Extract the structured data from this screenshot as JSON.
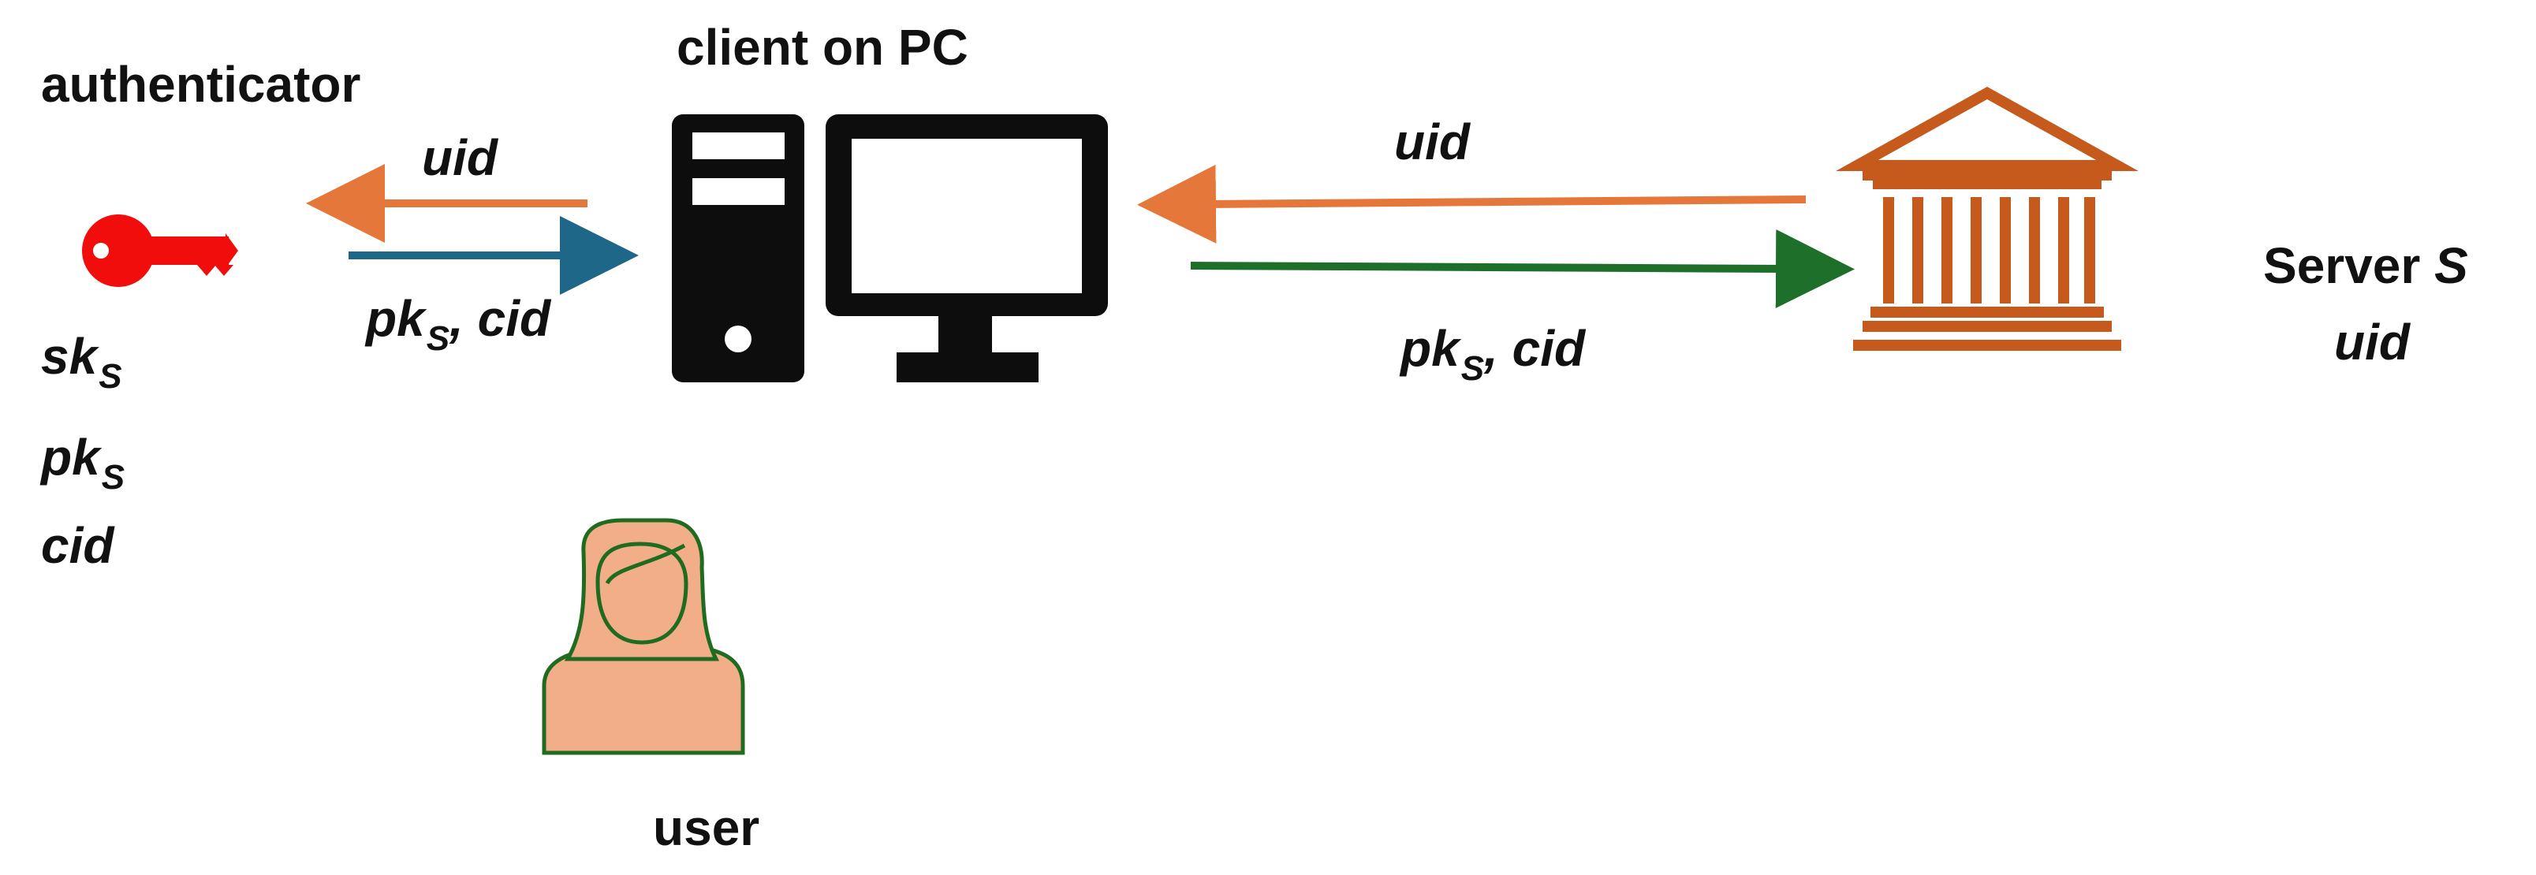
{
  "authenticator": {
    "title": "authenticator",
    "values": [
      {
        "base": "sk",
        "sub": "S"
      },
      {
        "base": "pk",
        "sub": "S"
      },
      {
        "base": "cid",
        "sub": ""
      }
    ],
    "icon": "key-icon",
    "icon_color": "#f20d0d"
  },
  "client": {
    "title": "client  on PC",
    "icon": "desktop-computer-icon",
    "icon_color": "#0d0d0d"
  },
  "server": {
    "title": "Server ",
    "title_var": "S",
    "value": "uid",
    "icon": "bank-building-icon",
    "icon_color": "#c55a1c"
  },
  "user": {
    "label": "user",
    "icon": "user-avatar-icon",
    "fill_color": "#f2ae88",
    "stroke_color": "#1f6b1f"
  },
  "messages": {
    "left_uid": "uid",
    "left_pk": {
      "base": "pk",
      "sub": "S",
      "tail": ", cid"
    },
    "right_uid": "uid",
    "right_pk": {
      "base": "pk",
      "sub": "S",
      "tail": ", cid"
    }
  },
  "colors": {
    "arrow_orange": "#e5773a",
    "arrow_blue": "#1f6788",
    "arrow_green": "#1e6f2a"
  }
}
